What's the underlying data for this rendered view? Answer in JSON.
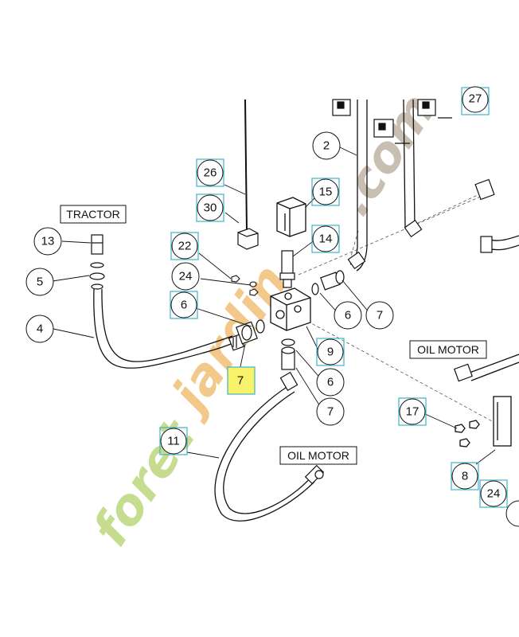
{
  "labels": {
    "tractor": "TRACTOR",
    "oil_motor_upper": "OIL MOTOR",
    "oil_motor_lower": "OIL MOTOR"
  },
  "watermark": {
    "prefix": "foret",
    "suffix": "jardin",
    "domain": ".com",
    "color_green": "#c6dc8e",
    "color_orange": "#f2c98a",
    "color_brown": "#c8bfb2"
  },
  "callouts": {
    "c13": "13",
    "c5": "5",
    "c4": "4",
    "c26": "26",
    "c30": "30",
    "c15": "15",
    "c22": "22",
    "c24a": "24",
    "c14": "14",
    "c6a": "6",
    "c6b": "6",
    "c6c": "6",
    "c7a": "7",
    "c7b": "7",
    "c7c": "7",
    "c9": "9",
    "c2": "2",
    "c27": "27",
    "c11": "11",
    "c17": "17",
    "c8": "8",
    "c24b": "24"
  },
  "colors": {
    "highlight": "#f7f26a",
    "cyan_box": "#3fb2c8",
    "line": "#111111"
  }
}
